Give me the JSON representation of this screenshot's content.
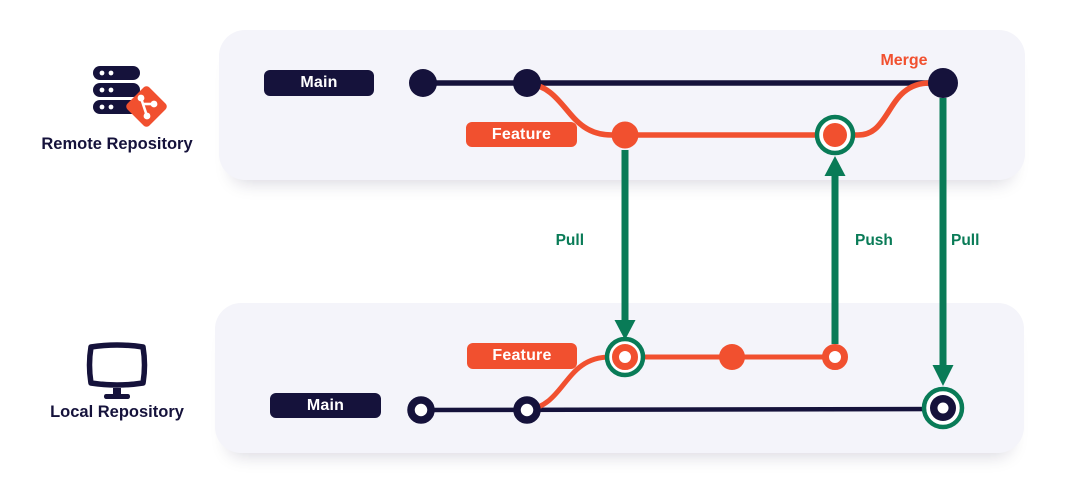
{
  "remote": {
    "caption": "Remote Repository",
    "icon": "server-git-icon",
    "main_label": "Main",
    "feature_label": "Feature",
    "merge_label": "Merge"
  },
  "local": {
    "caption": "Local Repository",
    "icon": "monitor-icon",
    "main_label": "Main",
    "feature_label": "Feature"
  },
  "operations": {
    "pull_feature_label": "Pull",
    "push_label": "Push",
    "pull_main_label": "Pull"
  },
  "graph": {
    "remote": {
      "main_commits": 2,
      "feature_commits": 2,
      "merge_commit": true,
      "pushed_commit_highlighted": true
    },
    "local": {
      "main_commits": 3,
      "feature_commits": 3,
      "pulled_commit_highlighted": true,
      "pulled_merge_commit_highlighted": true
    }
  },
  "colors": {
    "navy": "#15123B",
    "red": "#F1502F",
    "green": "#097B57",
    "panel": "#F4F4FA",
    "bg": "#FFFFFF",
    "white": "#FFFFFF"
  }
}
